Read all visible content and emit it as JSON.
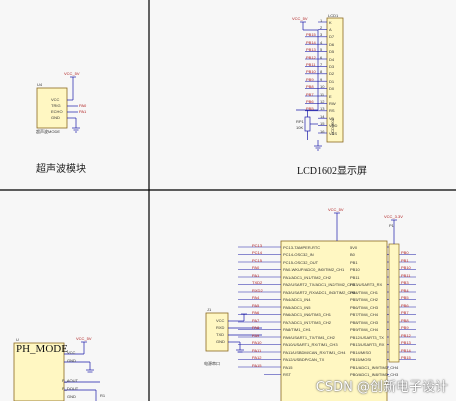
{
  "panels": {
    "ultrasonic": {
      "caption": "超声波模块",
      "part_ref": "U4",
      "part_name": "超声波MODE",
      "vcc_net": "VCC_5V",
      "pins": [
        "VCC",
        "TRIG",
        "ECHO",
        "GND"
      ],
      "nets": [
        "PA0",
        "PA1"
      ]
    },
    "lcd": {
      "caption": "LCD1602显示屏",
      "part_ref": "LCD1",
      "part_name": "LCD1602",
      "vcc_net": "VCC_5V",
      "pot_ref": "RP1",
      "pot_value": "10K",
      "pin_numbers": [
        "1",
        "2",
        "3",
        "4",
        "5",
        "6",
        "7",
        "8",
        "9",
        "10",
        "11",
        "12",
        "13",
        "14",
        "15",
        "16"
      ],
      "pins": [
        "K",
        "A",
        "D7",
        "D6",
        "D5",
        "D4",
        "D3",
        "D2",
        "D1",
        "D0",
        "E",
        "RW",
        "RS",
        "V0",
        "VDD",
        "VSS"
      ],
      "nets": [
        "PB15",
        "PB14",
        "PB13",
        "PB12",
        "PB11",
        "PB10",
        "PB9",
        "PB8",
        "PB7",
        "PB6",
        "PB5"
      ]
    },
    "ph": {
      "caption": "PH_MODE",
      "part_ref": "U",
      "vcc_net": "VCC_5V",
      "pins": [
        "VCC",
        "GND",
        "P_AOUT",
        "P_DOUT",
        "GND"
      ],
      "ref2": "R1"
    },
    "mcu": {
      "vcc_net": "VCC_5V",
      "header_ref": "P1",
      "header_net": "VCC_3.3V",
      "left_pins": [
        "PC13-TAMPER-RTC",
        "PC14-OSC32_IN",
        "PC15-OSC32_OUT",
        "PA0-WKUP/ADC0_IN0/TIM2_CH1",
        "PA1/ADC1_IN1/TIM2_CH2",
        "PA2/USART2_TX/ADC1_IN2/TIM2_CH3",
        "PA3/USART2_RX/ADC1_IN3/TIM2_CH4",
        "PA4/ADC1_IN4",
        "PA5/ADC1_IN5",
        "PA6/ADC1_IN6/TIM3_CH1",
        "PA7/ADC1_IN7/TIM3_CH2",
        "PA8/TIM1_CH1",
        "PA9/USART1_TX/TIM1_CH2",
        "PA10/USART1_RX/TIM1_CH3",
        "PA11/USBDM/CAN_RX/TIM1_CH4",
        "PA12/USBDP/CAN_TX",
        "PA15",
        "RST"
      ],
      "left_nets": [
        "PC13",
        "PC14",
        "PC15",
        "PA0",
        "PA1",
        "TXD2",
        "RXD2",
        "PA4",
        "PA5",
        "PA6",
        "PA7",
        "PA8",
        "PA9",
        "PA10",
        "PA11",
        "PA12",
        "PA15"
      ],
      "right_pins": [
        "5V0",
        "B0",
        "PB1",
        "PB10",
        "PB11",
        "PB3/USART3_RX",
        "PB4/TIM4_CH1",
        "PB5/TIM4_CH2",
        "PB6/TIM4_CH3",
        "PB7/TIM4_CH4",
        "PB8/TIM4_CH3",
        "PB9/TIM4_CH4",
        "PB12/USART3_TX",
        "PB13/USART3_RX",
        "PB14/MISO",
        "PB15/MOSI",
        "PB1/ADC1_IN9/TIM3_CH4",
        "PB0/ADC1_IN8/TIM3_CH3"
      ],
      "right_nets": [
        "PB0",
        "PB1",
        "PB10",
        "PB11",
        "PB3",
        "PB4",
        "PB5",
        "PB6",
        "PB7",
        "PB8",
        "PB9",
        "PB12",
        "PB13",
        "PB14",
        "PB15"
      ],
      "connector": {
        "ref": "J1",
        "name": "电源串口",
        "pins": [
          "VCC",
          "RXD",
          "TXD",
          "GND"
        ]
      }
    }
  },
  "watermark": "CSDN @创新电子设计",
  "colors": {
    "wire": "#1a1aa8",
    "net": "#b02020",
    "part": "#000000",
    "fill": "#fff7c2",
    "frame": "#000000"
  }
}
